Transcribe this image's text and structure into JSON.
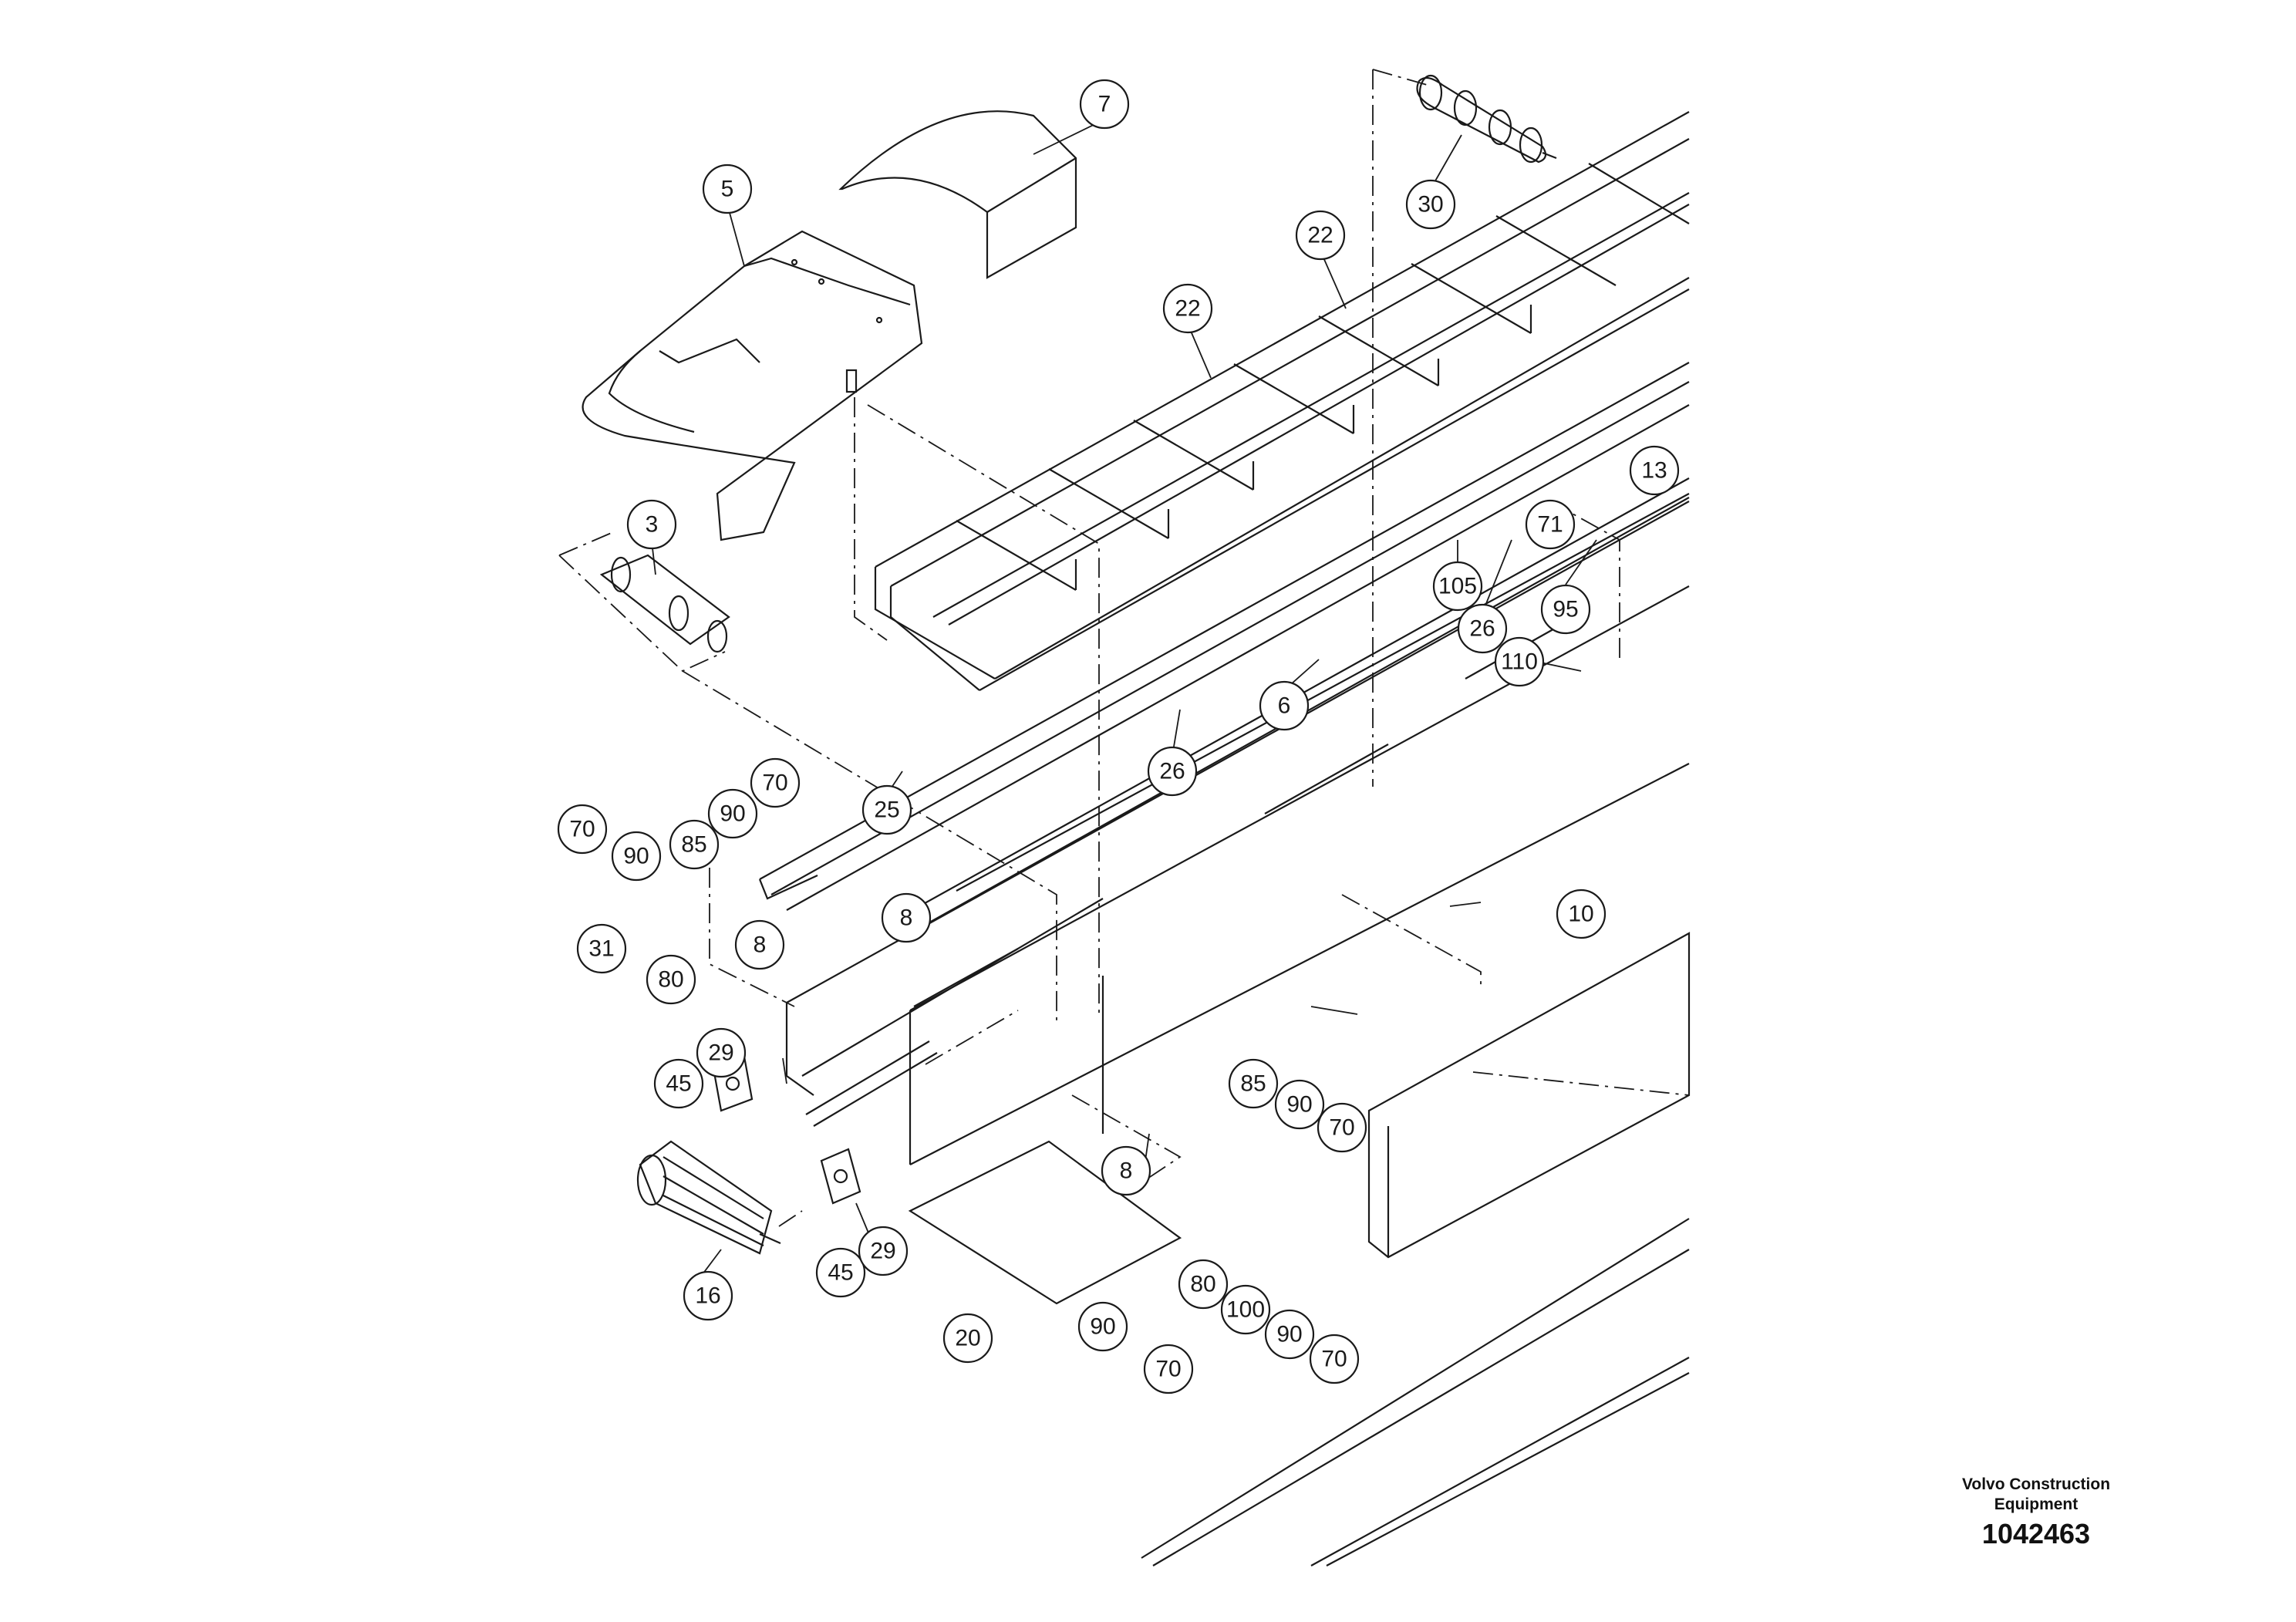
{
  "callouts": [
    "7",
    "5",
    "30",
    "22",
    "22",
    "3",
    "13",
    "71",
    "105",
    "95",
    "26",
    "110",
    "6",
    "26",
    "25",
    "70",
    "90",
    "85",
    "70",
    "90",
    "31",
    "80",
    "8",
    "8",
    "10",
    "29",
    "45",
    "85",
    "90",
    "70",
    "8",
    "16",
    "45",
    "29",
    "80",
    "100",
    "90",
    "20",
    "90",
    "70",
    "70"
  ],
  "footer": {
    "brand_line1": "Volvo Construction",
    "brand_line2": "Equipment",
    "drawing_number": "1042463"
  }
}
